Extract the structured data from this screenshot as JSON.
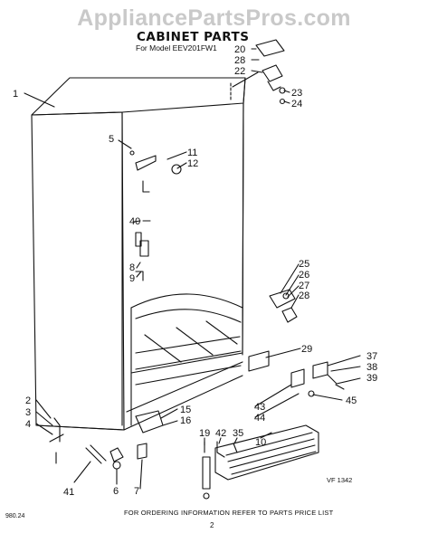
{
  "watermark": "AppliancePartsPros.com",
  "title": "CABINET PARTS",
  "subtitle": "For Model EEV201FW1",
  "footer_note": "FOR ORDERING INFORMATION REFER TO PARTS PRICE LIST",
  "page_number": "2",
  "code_left": "980.24",
  "code_right": "VF 1342",
  "callouts": [
    "1",
    "2",
    "3",
    "4",
    "5",
    "6",
    "7",
    "8",
    "9",
    "10",
    "11",
    "12",
    "15",
    "16",
    "19",
    "20",
    "22",
    "23",
    "24",
    "25",
    "26",
    "27",
    "28",
    "28",
    "29",
    "35",
    "37",
    "38",
    "39",
    "40",
    "41",
    "42",
    "43",
    "44",
    "45"
  ]
}
